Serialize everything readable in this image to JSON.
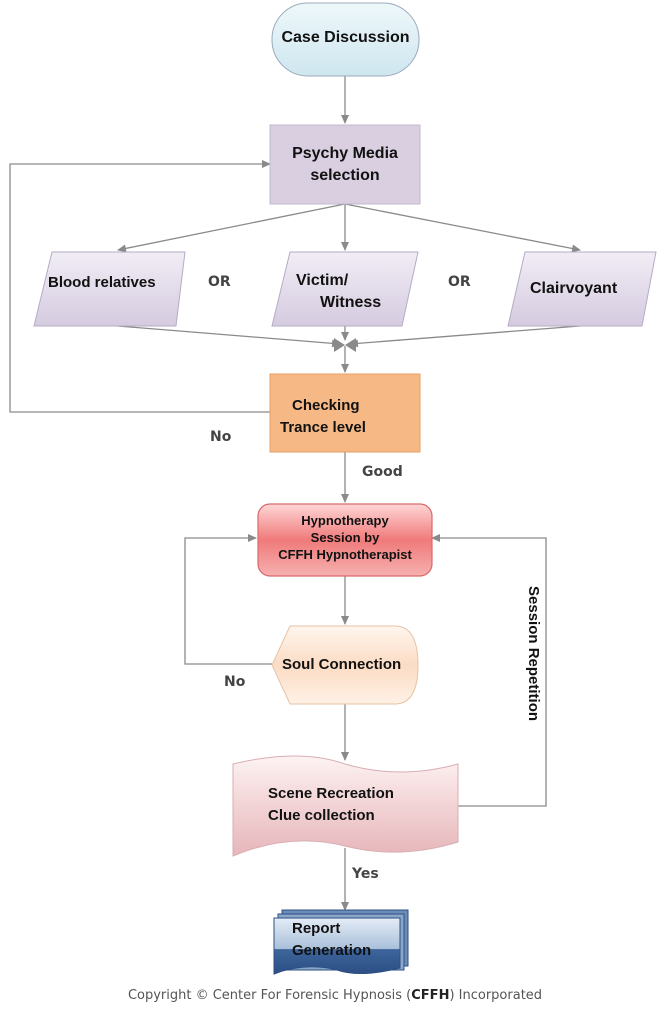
{
  "nodes": {
    "case_discussion": "Case Discussion",
    "psychy_media_line1": "Psychy Media",
    "psychy_media_line2": "selection",
    "blood_relatives": "Blood relatives",
    "victim_line1": "Victim/",
    "victim_line2": "Witness",
    "clairvoyant": "Clairvoyant",
    "checking_line1": "Checking",
    "checking_line2": "Trance level",
    "hypno_line1": "Hypnotherapy",
    "hypno_line2": "Session by",
    "hypno_line3": "CFFH Hypnotherapist",
    "soul_connection": "Soul Connection",
    "scene_line1": "Scene Recreation",
    "scene_line2": "Clue collection",
    "report_line1": "Report",
    "report_line2": "Generation"
  },
  "edge_labels": {
    "or_left": "OR",
    "or_right": "OR",
    "no_trance": "No",
    "good": "Good",
    "no_soul": "No",
    "session_repetition": "Session Repetition",
    "yes": "Yes"
  },
  "footer": {
    "copyright_prefix": "Copyright © Center For Forensic Hypnosis (",
    "copyright_bold": "CFFH",
    "copyright_suffix": ") Incorporated"
  },
  "colors": {
    "start_fill": "#dff0f6",
    "process_fill": "#d9cfe0",
    "parallelogram_fill": "#e3dcea",
    "check_fill": "#f6b986",
    "hypno_fill": "#f08a8a",
    "soul_fill": "#fbe2cc",
    "scene_fill": "#ecc4c8",
    "report_fill": "#3f6aa0",
    "connector": "#8a8a8a"
  }
}
